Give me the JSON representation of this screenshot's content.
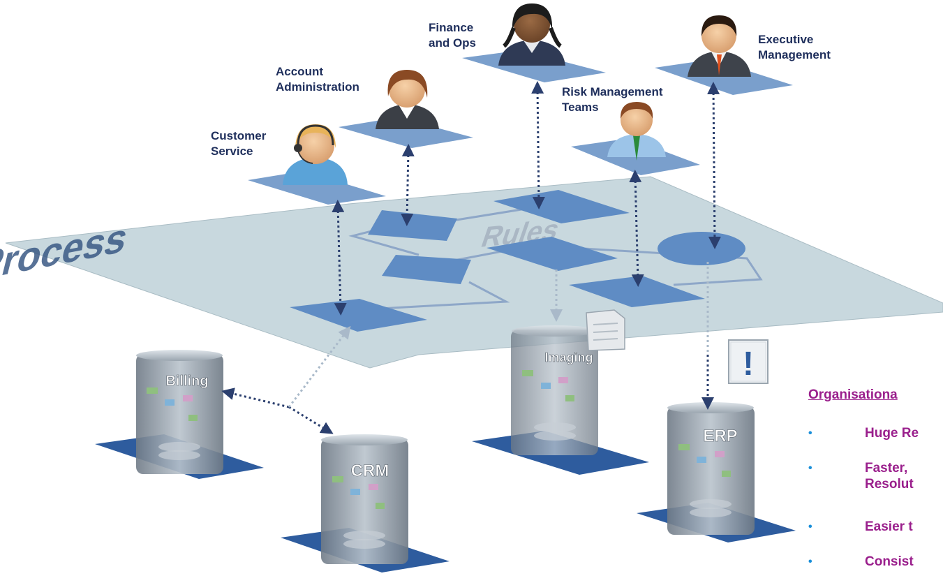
{
  "diagram": {
    "plane_labels": {
      "process": "Process",
      "rules": "Rules"
    },
    "roles": [
      {
        "id": "customer-service",
        "label": "Customer\nService"
      },
      {
        "id": "account-administration",
        "label": "Account\nAdministration"
      },
      {
        "id": "finance-and-ops",
        "label": "Finance\nand Ops"
      },
      {
        "id": "risk-management-teams",
        "label": "Risk Management\nTeams"
      },
      {
        "id": "executive-management",
        "label": "Executive\nManagement"
      }
    ],
    "systems": [
      {
        "id": "billing",
        "label": "Billing"
      },
      {
        "id": "crm",
        "label": "CRM"
      },
      {
        "id": "imaging",
        "label": "Imaging"
      },
      {
        "id": "erp",
        "label": "ERP"
      }
    ],
    "alert_symbol": "!",
    "benefits": {
      "title": "Organisationa",
      "items": [
        {
          "bullet": "•",
          "text": "Huge Re"
        },
        {
          "bullet": "•",
          "text": "Faster,\nResolut"
        },
        {
          "bullet": "•",
          "text": "Easier t"
        },
        {
          "bullet": "•",
          "text": "Consist"
        }
      ]
    },
    "colors": {
      "plane": "#c8d8de",
      "process_shape": "#5f8cc4",
      "platform": "#7a9fcc",
      "server_platform": "#2e5c9e",
      "connector": "#2b3f6e",
      "label_text": "#1f2f5c",
      "benefit_text": "#9a1f8c",
      "bullet": "#1a8fd9"
    },
    "icons": {
      "role_avatar": "person-icon",
      "system": "server-icon",
      "alert": "alert-icon",
      "document": "document-icon"
    }
  }
}
